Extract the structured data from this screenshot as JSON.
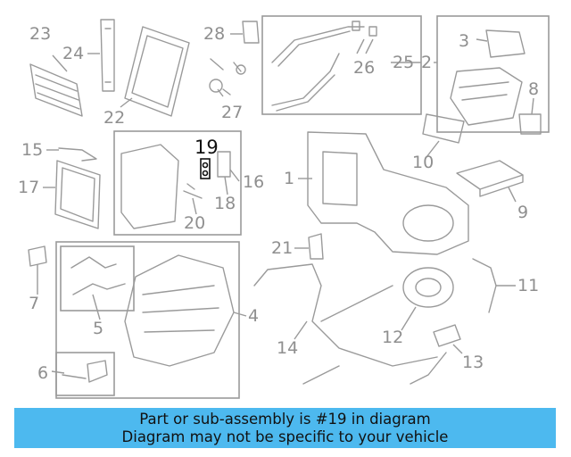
{
  "callouts": [
    "1",
    "2",
    "3",
    "4",
    "5",
    "6",
    "7",
    "8",
    "9",
    "10",
    "11",
    "12",
    "13",
    "14",
    "15",
    "16",
    "17",
    "18",
    "19",
    "20",
    "21",
    "23",
    "24",
    "25",
    "26",
    "27",
    "28",
    "22"
  ],
  "highlighted_callout": "19",
  "banner": {
    "line1": "Part or sub-assembly is #19 in diagram",
    "line2": "Diagram may not be specific to your vehicle"
  },
  "colors": {
    "banner_bg": "#4db9ef",
    "part_stroke": "#9a9a9a",
    "highlight": "#111111"
  }
}
